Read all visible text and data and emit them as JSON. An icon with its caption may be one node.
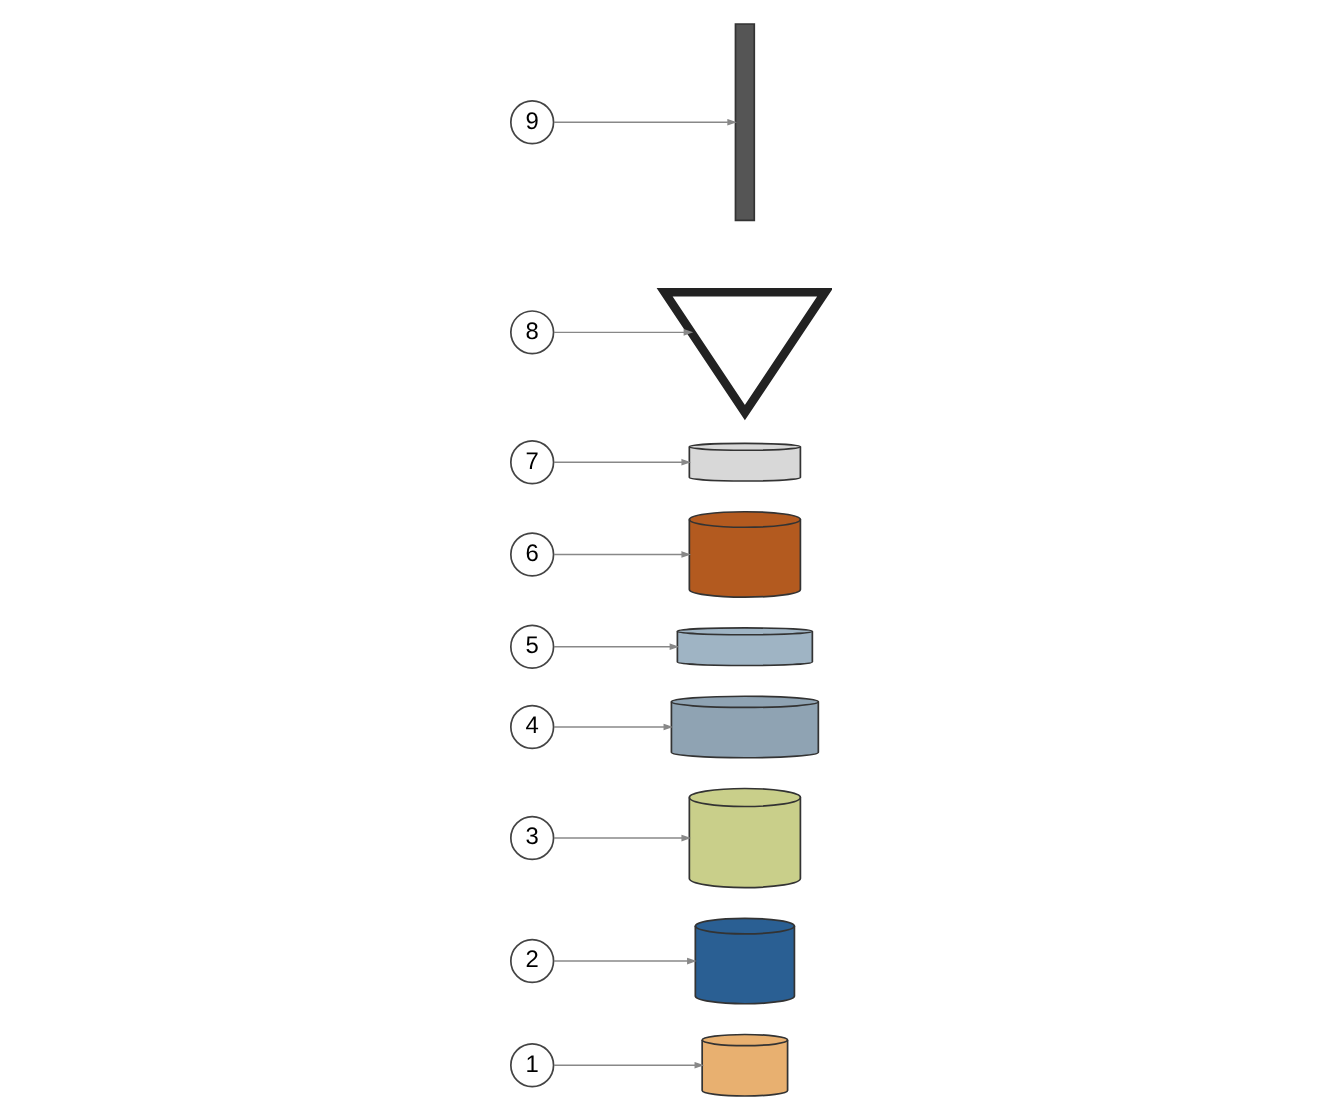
{
  "diagram": {
    "nodes": [
      {
        "text": [
          "1"
        ]
      },
      {
        "text": [
          "2"
        ]
      },
      {
        "text": [
          "3"
        ]
      },
      {
        "text": [
          "4"
        ]
      },
      {
        "text": [
          "5"
        ]
      },
      {
        "text": [
          "6"
        ]
      },
      {
        "text": [
          "7"
        ]
      },
      {
        "text": [
          "8"
        ]
      },
      {
        "text": [
          "9"
        ]
      },
      {
        "text": [],
        "shape": "picture"
      },
      {
        "text": [],
        "shape": "picture"
      },
      {
        "text": [],
        "shape": "picture"
      },
      {
        "text": [],
        "shape": "picture"
      },
      {
        "text": [],
        "shape": "picture"
      },
      {
        "text": [],
        "shape": "picture"
      },
      {
        "text": [],
        "shape": "picture"
      },
      {
        "text": [],
        "shape": "picture"
      },
      {
        "text": [],
        "shape": "bar"
      }
    ],
    "edges": [
      {
        "from": 0,
        "to": 9,
        "arrow": "to"
      },
      {
        "from": 1,
        "to": 10,
        "arrow": "to"
      },
      {
        "from": 2,
        "to": 11,
        "arrow": "to"
      },
      {
        "from": 3,
        "to": 12,
        "arrow": "to"
      },
      {
        "from": 4,
        "to": 13,
        "arrow": "to"
      },
      {
        "from": 5,
        "to": 14,
        "arrow": "to"
      },
      {
        "from": 6,
        "to": 15,
        "arrow": "to"
      },
      {
        "from": 7,
        "to": 16,
        "arrow": "to"
      },
      {
        "from": 8,
        "to": 17,
        "arrow": "to"
      }
    ]
  }
}
